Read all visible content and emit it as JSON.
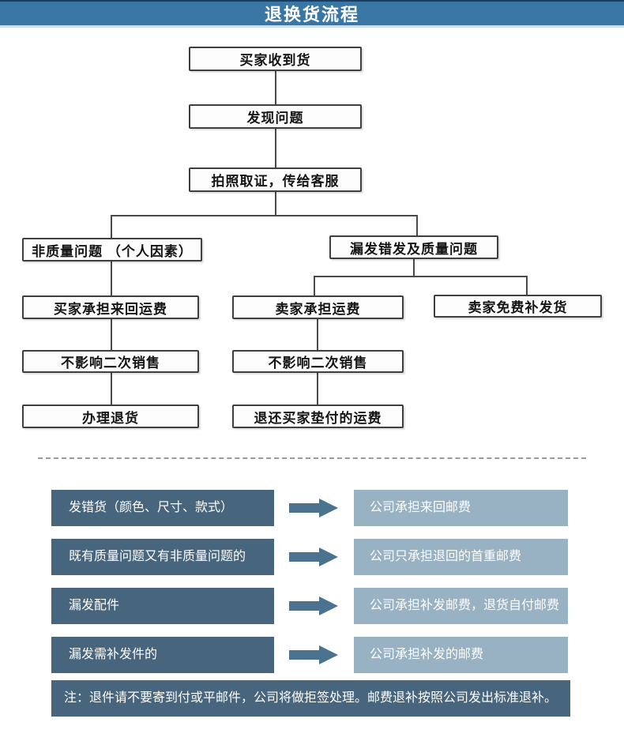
{
  "colors": {
    "header_bg": "#3a76a4",
    "header_top_edge": "#1c3c5e",
    "header_bottom_edge": "#cde0ef",
    "box_border": "#3f3f3f",
    "box_bg": "#fdfdfd",
    "line": "#4a4a4a",
    "condition_bg": "#47657c",
    "result_bg": "#98b1c3",
    "arrow": "#4b7390",
    "note_bg": "#47657c",
    "divider": "#9a9a9a"
  },
  "header": {
    "title": "退换货流程"
  },
  "flowchart": {
    "nodes": {
      "receive": "买家收到货",
      "find_problem": "发现问题",
      "take_photo": "拍照取证，传给客服",
      "non_quality": "非质量问题 （个人因素）",
      "quality": "漏发错发及质量问题",
      "buyer_freight": "买家承担来回运费",
      "seller_freight": "卖家承担运费",
      "seller_resend": "卖家免费补发货",
      "resale_left": "不影响二次销售",
      "resale_mid": "不影响二次销售",
      "handle_return": "办理退货",
      "refund_freight": "退还买家垫付的运费"
    }
  },
  "policy": {
    "rows": [
      {
        "condition": "发错货（颜色、尺寸、款式）",
        "result": "公司承担来回邮费"
      },
      {
        "condition": "既有质量问题又有非质量问题的",
        "result": "公司只承担退回的首重邮费"
      },
      {
        "condition": "漏发配件",
        "result": "公司承担补发邮费，退货自付邮费"
      },
      {
        "condition": "漏发需补发件的",
        "result": "公司承担补发的邮费"
      }
    ],
    "note": "注：退件请不要寄到付或平邮件，公司将做拒签处理。邮费退补按照公司发出标准退补。"
  }
}
